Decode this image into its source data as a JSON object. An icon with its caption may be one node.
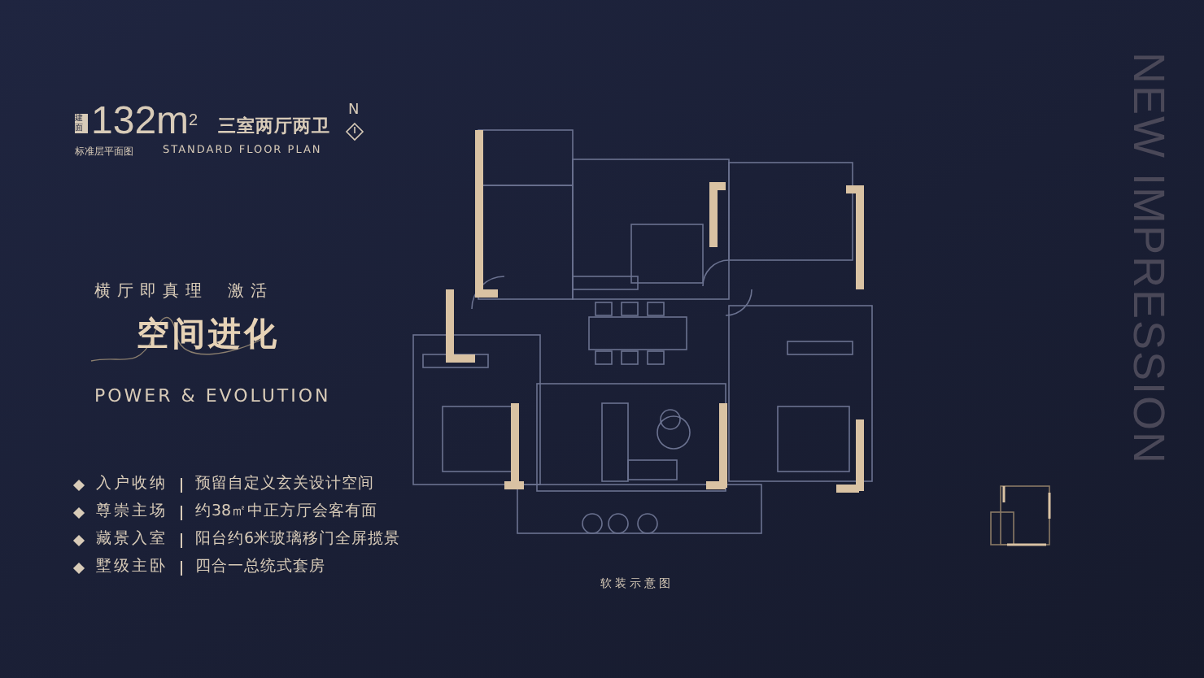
{
  "diagram": {
    "labels": [
      "建面",
      "132m$^{2}$",
      "三室两厅两卫",
      "N",
      "标准层平面图",
      "STANDARD FLOOR PLAN",
      "横厅即真理",
      "激活",
      "空间进化",
      "POWER & EVOLUTION",
      "入户收纳",
      "预留自定义玄关设计空间",
      "尊崇主场",
      "约38㎡中正方厅会客有面",
      "藏景入室",
      "阳台约6米玻璃移门全屏揽景",
      "墅级主卧",
      "四合一总统式套房",
      "软装示意图",
      "NEW IMPRESSION"
    ]
  }
}
